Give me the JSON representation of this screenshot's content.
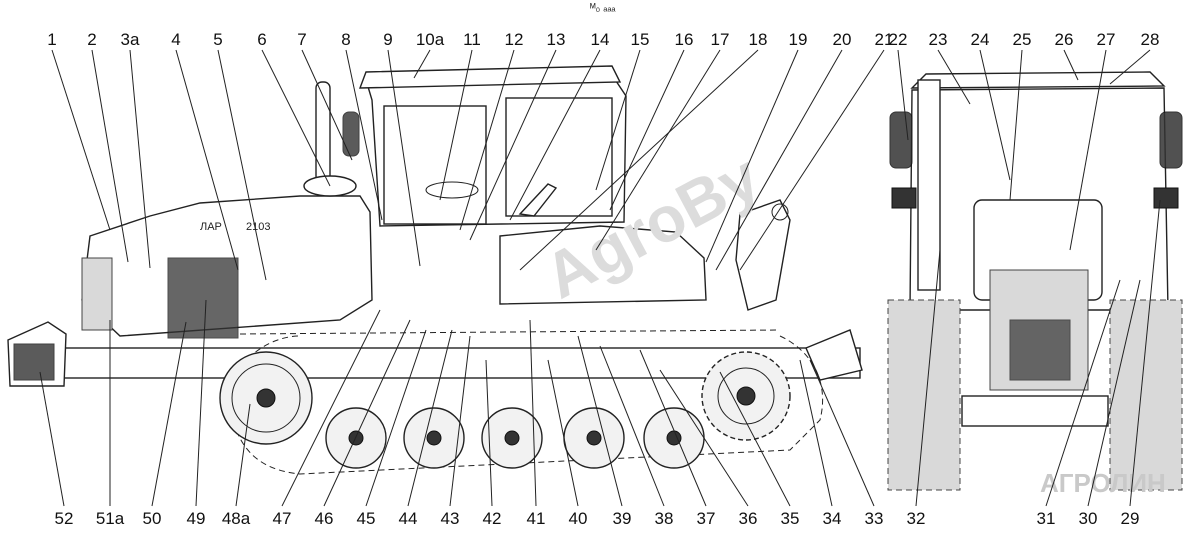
{
  "diagram": {
    "top_labels": [
      "1",
      "2",
      "3a",
      "4",
      "5",
      "6",
      "7",
      "8",
      "9",
      "10a",
      "11",
      "12",
      "13",
      "14",
      "15",
      "16",
      "17",
      "18",
      "19",
      "20",
      "21",
      "22",
      "23",
      "24",
      "25",
      "26",
      "27",
      "28"
    ],
    "bottom_labels": [
      "52",
      "51a",
      "50",
      "49",
      "48a",
      "47",
      "46",
      "45",
      "44",
      "43",
      "42",
      "41",
      "40",
      "39",
      "38",
      "37",
      "36",
      "35",
      "34",
      "33",
      "32",
      "31",
      "30",
      "29"
    ],
    "cab_text": "ЛАР",
    "model_text": "2103",
    "watermark": "АГРОЛИН",
    "watermark_brand": "AgroBy",
    "caption_small": "ᴹ₀ ₐₐₐ"
  }
}
